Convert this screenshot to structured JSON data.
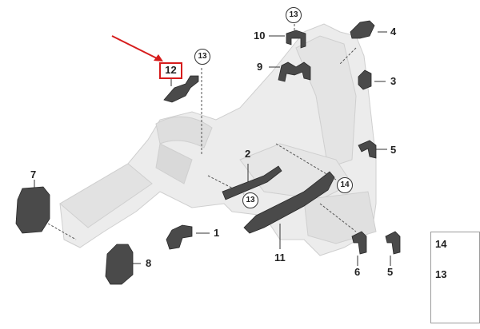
{
  "diagram": {
    "parts": [
      {
        "id": "p1",
        "label": "1"
      },
      {
        "id": "p2",
        "label": "2"
      },
      {
        "id": "p3",
        "label": "3"
      },
      {
        "id": "p4",
        "label": "4"
      },
      {
        "id": "p5a",
        "label": "5"
      },
      {
        "id": "p5b",
        "label": "5"
      },
      {
        "id": "p6",
        "label": "6"
      },
      {
        "id": "p7",
        "label": "7"
      },
      {
        "id": "p8",
        "label": "8"
      },
      {
        "id": "p9",
        "label": "9"
      },
      {
        "id": "p10",
        "label": "10"
      },
      {
        "id": "p11",
        "label": "11"
      },
      {
        "id": "p12",
        "label": "12",
        "highlighted": true
      }
    ],
    "fastener_callouts": [
      "13",
      "13",
      "13",
      "14"
    ],
    "legend": [
      {
        "label": "14"
      },
      {
        "label": "13"
      }
    ],
    "colors": {
      "highlight_box": "#d61c1c",
      "pointer_arrow": "#d61c1c",
      "body_panel": "#e9e9e9",
      "bracket_part": "#4a4a4a"
    }
  }
}
